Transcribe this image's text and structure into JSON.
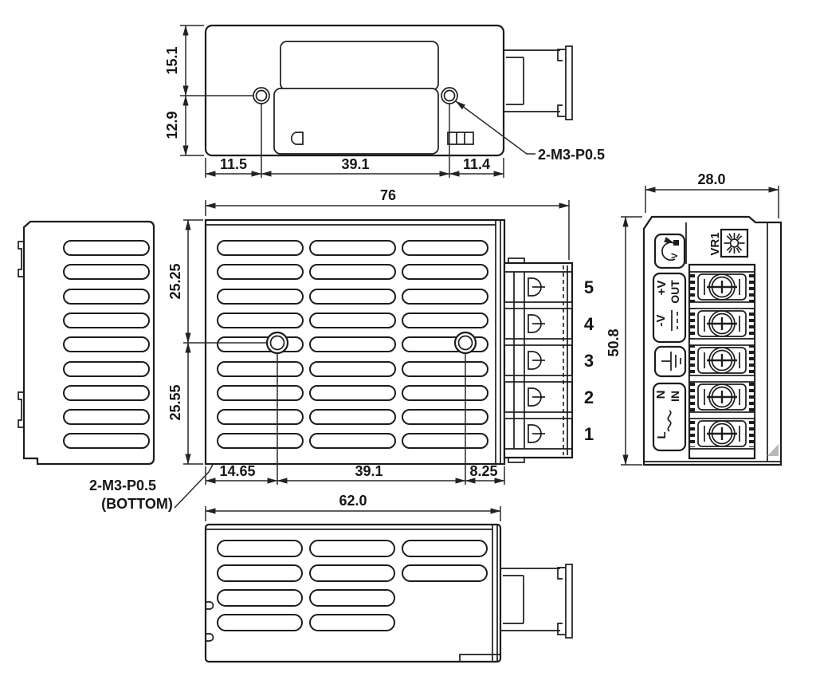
{
  "top_view": {
    "dim_depth_upper": "15.1",
    "dim_depth_lower": "12.9",
    "dim_left": "11.5",
    "dim_mid": "39.1",
    "dim_right": "11.4",
    "callout_screws": "2-M3-P0.5"
  },
  "main_view": {
    "dim_width": "76",
    "dim_height_upper": "25.25",
    "dim_height_lower": "25.55",
    "dim_bottom_left": "14.65",
    "dim_bottom_mid": "39.1",
    "dim_bottom_right": "8.25",
    "terminals": [
      "5",
      "4",
      "3",
      "2",
      "1"
    ],
    "callout_line1": "2-M3-P0.5",
    "callout_line2": "(BOTTOM)"
  },
  "right_view": {
    "dim_width": "28.0",
    "dim_height": "50.8",
    "vr_label": "VR1",
    "adj_label": "V",
    "out_pos": "+V",
    "out_word": "OUT",
    "out_neg": "-V",
    "in_n": "N",
    "in_word": "IN",
    "in_l": "L"
  },
  "bottom_view": {
    "dim_width": "62.0"
  }
}
